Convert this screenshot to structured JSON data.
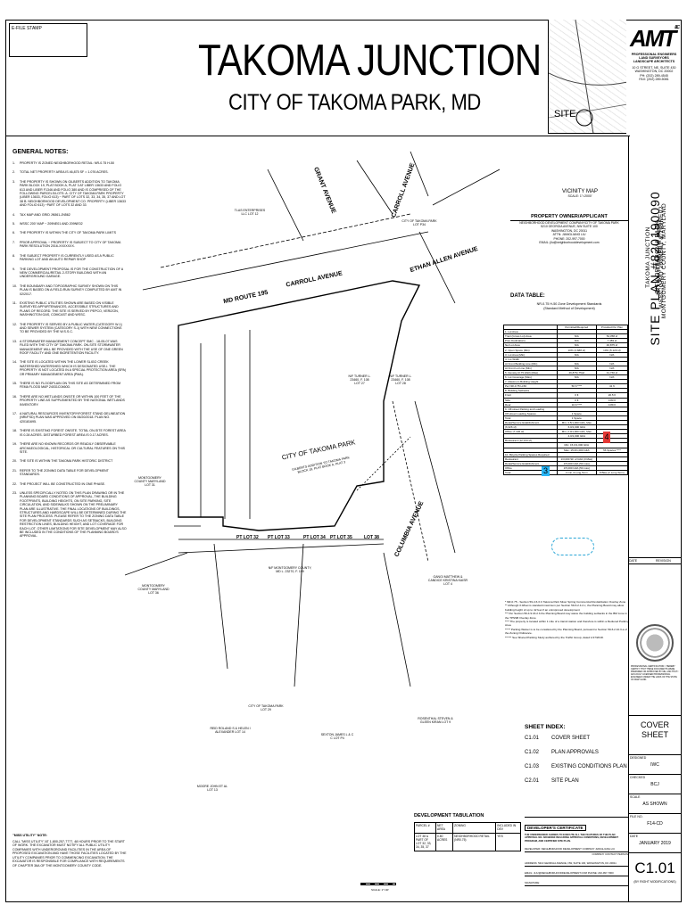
{
  "stamp_label": "E-FILE STAMP",
  "title": "TAKOMA JUNCTION",
  "subtitle": "CITY OF TAKOMA PARK, MD",
  "firm": {
    "logo": "AMT",
    "llc": "LLC",
    "lines": [
      "PROFESSIONAL ENGINEERS",
      "LAND SURVEYORS",
      "LANDSCAPE ARCHITECTS"
    ],
    "address": [
      "10 G STREET, NE, SUITE 430",
      "WASHINGTON, DC 20002",
      "PH: (202) 289-4545",
      "FAX: (202) 289-5081"
    ]
  },
  "vicinity_site_label": "SITE",
  "general_notes_title": "GENERAL NOTES:",
  "notes": [
    {
      "n": "1.",
      "t": "PROPERTY IS ZONED NEIGHBORHOOD RETAIL: NR-0.75 H-50"
    },
    {
      "n": "2.",
      "t": "TOTAL NET PROPERTY AREA IS 46,875 SF = 1.076 ACRES."
    },
    {
      "n": "3.",
      "t": "THE PROPERTY IS SHOWN ON GILBERTS ADDITION TO TAKOMA PARK BLOCK 19, PLAT BOOK A, PLAT 3 AT LIBER 13633 AND FOLIO 613 AND LIBER F1346 AND FOLIO 380 AND IS COMPRISED OF THE FOLLOWING PARCELS/LOTS: A. CITY OF TAKOMA PARK PROPERTY (LIBER 13633, FOLIO 613) ~ PART OF LOTS 32, 33, 34, 35, 37 AND LOT 38 B. NEIGHBORHOOD DEVELOPMENT CO. PROPERTY (LIBER 13633 AND FOLIO 613) ~PART OF LOTS 32 AND 33"
    },
    {
      "n": "4.",
      "t": "TAX MAP AND GRID JN561-JN562"
    },
    {
      "n": "5.",
      "t": "WSSC 200' MAP ~ 209NE01 AND 209NE02"
    },
    {
      "n": "6.",
      "t": "THE PROPERTY IS WITHIN THE CITY OF TAKOMA PARK LIMITS"
    },
    {
      "n": "7.",
      "t": "PRIOR APPROVAL ~ PROPERTY IS SUBJECT TO CITY OF TAKOMA PARK RESOLUTION 2016-XXXXXXX."
    },
    {
      "n": "8.",
      "t": "THE SUBJECT PROPERTY IS CURRENTLY USED AS A PUBLIC PARKING LOT AND AN AUTO REPAIR SHOP"
    },
    {
      "n": "9.",
      "t": "THE DEVELOPMENT PROPOSAL IS FOR THE CONSTRUCTION OF A NEW COMMERCIAL/RETAIL 2-STORY BUILDING WITH AN UNDERGROUND GARAGE."
    },
    {
      "n": "10.",
      "t": "THE BOUNDARY AND TOPOGRAPHIC SURVEY SHOWN ON THIS PLAN IS BASED ON A FIELD-RUN SURVEY COMPLETED BY AMT IN 02/2017."
    },
    {
      "n": "11.",
      "t": "EXISTING PUBLIC UTILITIES SHOWN ARE BASED ON VISIBLE SURVEYED APPURTENANCES, ACCESSIBLE STRUCTURES AND PLANS OF RECORD. THE SITE IS SERVED BY PEPCO, VERIZON, WASHINGTON GAS, COMCAST AND WSSC."
    },
    {
      "n": "12.",
      "t": "THE PROPERTY IS SERVED BY A PUBLIC WATER (CATEGORY W-1) AND SEWER SYSTEM (CATEGORY S-1) WITH NEW CONNECTIONS TO BE PROVIDED BY THE W.S.S.C."
    },
    {
      "n": "13.",
      "t": "A STORMWATER MANAGEMENT CONCEPT SMC - 18-05-07 WAS FILED WITH THE CITY OF TAKOMA PARK. ON-SITE STORMWATER MANAGEMENT WILL BE PROVIDED WITH THE USE OF ONE GREEN ROOF FACILITY AND ONE BIORETENTION FACILITY."
    },
    {
      "n": "14.",
      "t": "THE SITE IS LOCATED WITHIN THE LOWER SLIGO CREEK WATERSHED WATERSHED WHICH IS DESIGNATED USE-I. THE PROPERTY IS NOT LOCATED IN A SPECIAL PROTECTION AREA (SPA) OR PRIMARY MANAGEMENT AREA (PMA)."
    },
    {
      "n": "15.",
      "t": "THERE IS NO FLOODPLAIN ON THIS SITE AS DETERMINED FROM FEMA FLOOD MAP 24031C0460D."
    },
    {
      "n": "16.",
      "t": "THERE ARE NO WETLANDS ONSITE OR WITHIN 100 FEET OF THE PROPERTY LINE AS SUPPLEMENTED BY THE NATIONAL WETLANDS INVENTORY."
    },
    {
      "n": "17.",
      "t": "A NATURAL RESOURCES INVENTORY/FOREST STAND DELINEATION (NRI/FSD) PLAN WAS APPROVED ON 06/20/2018. PLAN NO. 420181695."
    },
    {
      "n": "18.",
      "t": "THERE IS EXISTING FOREST ONSITE. TOTAL ON-SITE FOREST AREA IS 0.28 ACRES. DISTURBED FOREST AREA IS 0.17 ACRES."
    },
    {
      "n": "19.",
      "t": "THERE ARE NO KNOWN RECORDS OR READILY OBSERVABLE ARCHAEOLOGICAL, HISTORICAL OR CULTURAL FEATURES ON THIS SITE."
    },
    {
      "n": "20.",
      "t": "THE SITE IS WITHIN THE TAKOMA PARK HISTORIC DISTRICT"
    },
    {
      "n": "21.",
      "t": "REFER TO THE ZONING DATA TABLE FOR DEVELOPMENT STANDARDS."
    },
    {
      "n": "22.",
      "t": "THE PROJECT WILL BE CONSTRUCTED IN ONE PHASE."
    },
    {
      "n": "23.",
      "t": "UNLESS SPECIFICALLY NOTED ON THIS PLAN DRAWING OR IN THE PLANNING BOARD CONDITIONS OF APPROVAL, THE BUILDING FOOTPRINTS, BUILDING HEIGHTS, ON SITE PARKING, SITE CIRCULATION, AND SIDEWALKS SHOWN ON THE PRELIMINARY PLAN ARE ILLUSTRATIVE. THE FINAL LOCATIONS OF BUILDINGS, STRUCTURES AND HARDSCAPE WILL BE DETERMINED DURING THE SITE PLAN PROCESS. PLEASE REFER TO THE ZONING DATA TABLE FOR DEVELOPMENT STANDARDS SUCH AS SETBACKS, BUILDING RESTRICTION LINES, BUILDING HEIGHT, AND LOT COVERAGE FOR EACH LOT. OTHER LIMITATIONS FOR SITE DEVELOPMENT MAY ALSO BE INCLUDED IN THE CONDITIONS OF THE PLANNING BOARD'S APPROVAL."
    }
  ],
  "miss_utility": {
    "title": "\"MISS UTILITY\" NOTE:",
    "text": "CALL \"MISS UTILITY\" AT 1-800-257-7777, 48 HOURS PRIOR TO THE START OF WORK. THE EXCAVATOR MUST NOTIFY ALL PUBLIC UTILITY COMPANIES WITH UNDERGROUND FACILITIES IN THE AREA OF PROPOSED EXCAVATION AND HAVE THOSE FACILITIES LOCATED BY THE UTILITY COMPANIES PRIOR TO COMMENCING EXCAVATION. THE EXCAVATOR IS RESPONSIBLE FOR COMPLIANCE WITH REQUIREMENTS OF CHAPTER 36A OF THE MONTGOMERY COUNTY CODE."
  },
  "plan": {
    "streets": [
      "GRANT AVENUE",
      "CARROLL AVENUE",
      "ETHAN ALLEN AVENUE",
      "MD ROUTE 195",
      "CARROLL AVENUE",
      "COLUMBIA AVENUE"
    ],
    "center_label": "CITY OF TAKOMA PARK",
    "center_sub": "GILBERTS ADDITION TO TAKOMA PARK BLOCK 19, PLAT BOOK A, PLAT 3",
    "lots": [
      "PT LOT 32",
      "PT LOT 33",
      "PT LOT 34",
      "PT LOT 35",
      "LOT 38"
    ],
    "parcel_labels": [
      "TLAS ENTERPRISES LLC LOT 12",
      "CITY OF TAKOMA PARK LOT P34",
      "N/F TURNER L. 23460, F. 108 LOT 27",
      "N/F TURNER L. 23460, F. 108 LOT 28",
      "MONTGOMERY COUNTY MARYLAND LOT 31",
      "N/F MONTGOMERY COUNTY, MD L. 23270, F. 199",
      "MONTGOMERY COUNTY MARYLAND LOT 36",
      "CITY OF TAKOMA PARK LOT 29",
      "REID ROLAND S & HELEN I ALEXANDER LOT 14",
      "SEXTON JAMES L & C C LOT P4",
      "ROSENTHAL STEVEN & GLEEN KIRAN LOT 9",
      "GANGI MATTHEW & CANDICE KRISTINA KAISR LOT 4",
      "MOORE JOHN ET AL LOT 13"
    ]
  },
  "vicinity": {
    "title": "VICINITY MAP",
    "scale": "SCALE: 1\"=2000'"
  },
  "owner": {
    "title": "PROPERTY OWNER/APPLICANT",
    "lines": [
      "NEIGHBORHOOD DEVELOPMENT COMPANY/CITY OF TAKOMA PARK",
      "5210 GEORGIA AVENUE, NW SUITE 100",
      "WASHINGTON, DC 20011",
      "ATTN: JIANGLIANG LIU",
      "PHONE: 202-997-7000",
      "EMAIL: jliu@neighborhooddevelopment.com"
    ]
  },
  "data_table": {
    "title": "DATA TABLE:",
    "subtitle": "NR-0.75 H-50 Zone Development Standards",
    "subtitle2": "(Standard Method of Development)",
    "headers": [
      "",
      "Permitted/Required",
      "Provided Per Plan"
    ],
    "rows": [
      [
        "1. Lot Area",
        "",
        ""
      ],
      [
        "Tract (Gross Lot) Area",
        "N/A",
        "54,358 sf"
      ],
      [
        "Prior Dedications",
        "N/A",
        "7,483 sf"
      ],
      [
        "Net Lot Area",
        "N/A",
        "46,875 sf"
      ],
      [
        "2. Open Space (Min)",
        "10% (4,688 sf)",
        "10% (5,120 sf)"
      ],
      [
        "3. Lot Area (Min)",
        "N/A",
        "N/A"
      ],
      [
        "4. Lot Width",
        "",
        ""
      ],
      [
        "At Front Building Line (Min)",
        "N/A",
        "N/A"
      ],
      [
        "At Front Lot Line (Min)",
        "N/A",
        "N/A"
      ],
      [
        "5. Density (0.75 FAR) (Max)",
        "46,875(.75)sf",
        "41,760 sf"
      ],
      [
        "6. Lot Coverage (Max)",
        "N/A",
        "N/A"
      ],
      [
        "7. Maximum Building Height",
        "",
        ""
      ],
      [
        "Per NR-0.75 H-50",
        "50 ft ****",
        "41 ft"
      ],
      [
        "8. Building Setbacks",
        "",
        ""
      ],
      [
        "Front",
        "0 ft",
        "20.5 ft"
      ],
      [
        "Side",
        "0 ft",
        "0.83 ft"
      ],
      [
        "Rear",
        "10 ft ****",
        "0.89 ft"
      ],
      [
        "9. Off-street Parking and Loading",
        "",
        ""
      ],
      [
        "Off-street Loading Spaces",
        "1 Space",
        ""
      ],
      [
        "Total",
        "1 Space",
        ""
      ],
      [
        "Retail/Service Establishment",
        "Min: 3.5/1,000 GFA, Max",
        ""
      ],
      [
        "(6,326 sf)",
        "6.0/1,000 GFA",
        ""
      ],
      [
        "Office (7,106 sf)",
        "Min: 2.0/1,000 GFA, Max",
        ""
      ],
      [
        "",
        "4.0/1,000 GFA",
        ""
      ],
      [
        "Restaurant (12,144 sf)",
        "",
        ""
      ],
      [
        "",
        "Min: 15.0/1,000 GFA",
        ""
      ],
      [
        "",
        "Max: 15.0/1,000 GFA",
        "56 Spaces ****"
      ],
      [
        "10. Bicycle Parking Spaces Required",
        "",
        ""
      ],
      [
        "Restaurant",
        "1/3,000 SF of GFA (3 Max)",
        ""
      ],
      [
        "Retail/Service Establishment",
        "1/5,000 GFA (50 max)",
        ""
      ],
      [
        "Office",
        "1/5,000 GFA (50 max)",
        ""
      ],
      [
        "Total",
        "4 min 4 Long Term",
        "8 Bike (2 Long Term)"
      ]
    ]
  },
  "footnotes": [
    "* NR-0.75 - Section 59-4.6.3.C Takoma Park Silver Spring Commercial Revitalization Overlay Zone",
    "** Although 3.0/feet is standard maximum per Section 59-6.2.4.2.c, the Planning Board may allow building height of up to 42 feet if an unimproved development",
    "*** Per Section 59-4.9.16.2.b the Planning Board may waive the building setbacks in the BM zone in the TPSSB Overlay Zone",
    "**** The property is located within 1 mile of a transit station and therefore is within a Reduced Parking Area",
    "***** Parking Waiver is to be considered by the Planning Board, pursuant to Section 59-6.2.10.3.a of the Zoning Ordinance.",
    "****** See Shared Parking Study authored by the Traffic Group, dated 1/17/2018."
  ],
  "badges": {
    "four": "4",
    "three": "3"
  },
  "vertical": {
    "big": "SITE PLAN #820190090",
    "lines": [
      "TAKOMA JUNCTION",
      "CITY OF TAKOMA PARK",
      "MONTGOMERY COUNTY, MARYLAND",
      "TAX MAP JN561 & JN562",
      "WSSC GRID 209NE01 & 209NE02"
    ]
  },
  "revision": {
    "date": "DATE",
    "rev": "REVISION"
  },
  "cert_small": "PROFESSIONAL CERTIFICATION: I HEREBY CERTIFY THAT THESE DOCUMENTS WERE PREPARED OR APPROVED BY ME, AND THAT I AM A DULY LICENSED PROFESSIONAL ENGINEER UNDER THE LAWS OF THE STATE OF MARYLAND.",
  "title_block": {
    "sheet_title": "COVER SHEET",
    "designed": "DESIGNED",
    "designed_v": "IWC",
    "checked": "CHECKED",
    "checked_v": "BCJ",
    "scale": "SCALE",
    "scale_v": "AS SHOWN",
    "file": "FILE NO.",
    "file_v": "F14-CD",
    "date": "DATE",
    "date_v": "JANUARY 2019",
    "sheet_no": "C1.01",
    "sheet_note": "(BY RIGHT MODIFICATIONS)"
  },
  "sheet_index": {
    "title": "SHEET INDEX:",
    "rows": [
      {
        "no": "C1.01",
        "name": "COVER SHEET"
      },
      {
        "no": "C1.02",
        "name": "PLAN APPROVALS"
      },
      {
        "no": "C1.03",
        "name": "EXISTING CONDITIONS PLAN"
      },
      {
        "no": "C2.01",
        "name": "SITE PLAN"
      }
    ]
  },
  "developer_cert": {
    "title": "DEVELOPER'S CERTIFICATE",
    "text": "THE UNDERSIGNED AGREES TO EXECUTE ALL THE FEATURES OF THE PLAN APPROVAL NO. 820190090 INCLUDING APPROVAL CONDITIONS, DEVELOPMENT PROGRAM, AND CERTIFIED SITE PLAN.",
    "developer": "DEVELOPER: NEIGHBORHOOD DEVELOPMENT COMPANY    JIANGLIANG LIU",
    "company": "COMPANY    CONTACT PERSON",
    "address": "ADDRESS: 5210 GEORGIA AVENUE, NW, SUITE 100, WASHINGTON, DC 20011",
    "email": "EMAIL: JLIU@NEIGHBORHOODDEVELOPMENT.COM    PHONE: 202-997-7000",
    "signature": "SIGNATURE:"
  },
  "dev_tabulation": {
    "title": "DEVELOPMENT TABULATION",
    "headers": [
      "PARCEL #",
      "NET AREA",
      "ZONING",
      "INCLUDED IN DEV"
    ],
    "row": [
      "LOT 38 & PART OF LOT 32, 33, 34, 35, 37",
      "0.80 ACRES",
      "NEIGHBORHOOD RETAIL (NR0.75)",
      "YES"
    ]
  },
  "scale_bar": "SCALE: 1\"=40'"
}
